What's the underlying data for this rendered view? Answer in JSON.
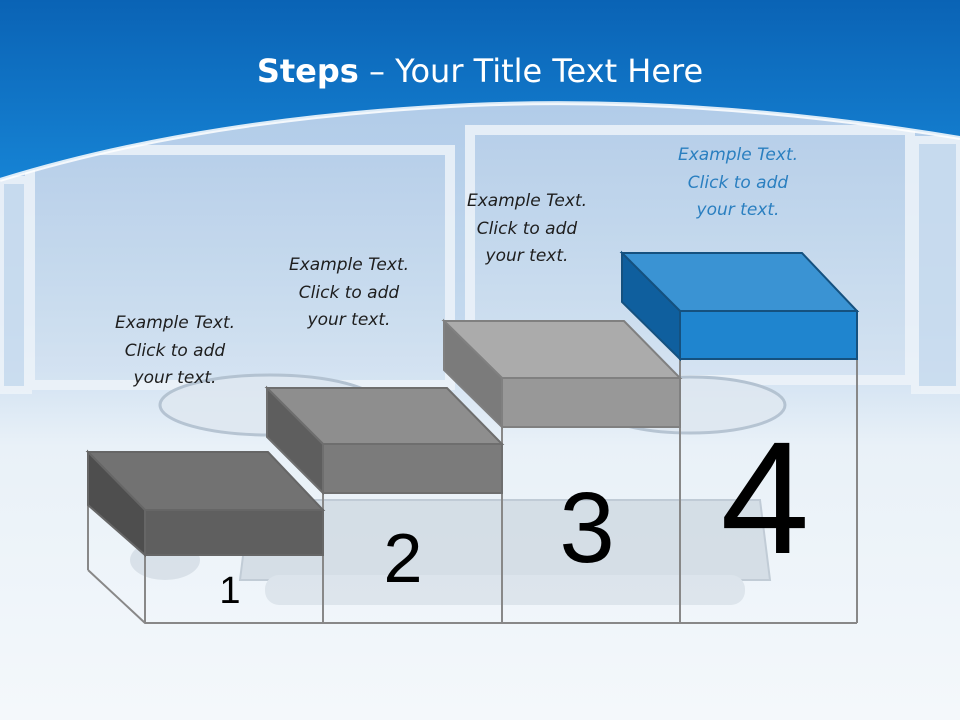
{
  "slide": {
    "title_bold": "Steps",
    "title_rest": " – Your Title Text Here"
  },
  "steps": [
    {
      "number": "1",
      "text": [
        "Example Text.",
        "Click  to add",
        "your text."
      ]
    },
    {
      "number": "2",
      "text": [
        "Example Text.",
        "Click  to add",
        "your text."
      ]
    },
    {
      "number": "3",
      "text": [
        "Example Text.",
        "Click  to add",
        "your text."
      ]
    },
    {
      "number": "4",
      "text": [
        "Example Text.",
        "Click  to add",
        "your text."
      ]
    }
  ],
  "colors": {
    "header_blue": "#0d6fc0",
    "step_gray_1": "#5c5c5c",
    "step_gray_2": "#7a7a7a",
    "step_gray_3": "#989898",
    "step_highlight": "#1f85cf",
    "highlight_text": "#2a7fc0"
  }
}
